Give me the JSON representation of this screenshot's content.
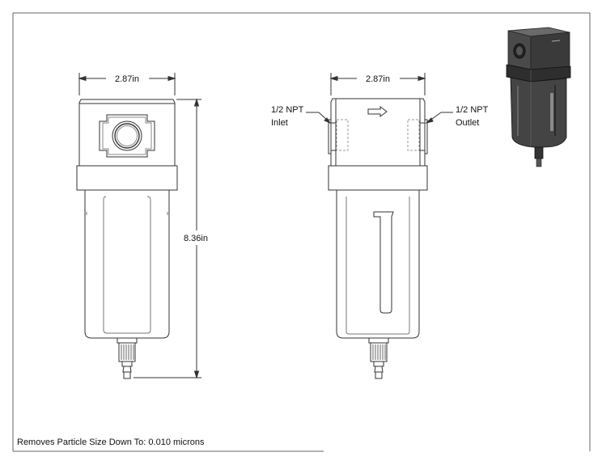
{
  "dimensions": {
    "front_width": "2.87in",
    "side_width": "2.87in",
    "height": "8.36in"
  },
  "ports": {
    "inlet_size": "1/2 NPT",
    "inlet_label": "Inlet",
    "outlet_size": "1/2 NPT",
    "outlet_label": "Outlet"
  },
  "footer": {
    "note": "Removes Particle Size Down To: 0.010 microns"
  },
  "colors": {
    "line": "#333333",
    "hidden_line": "#9a9a9a",
    "render_dark": "#3a3a3a",
    "render_mid": "#5a5a5a",
    "render_light": "#8a8a8a"
  }
}
